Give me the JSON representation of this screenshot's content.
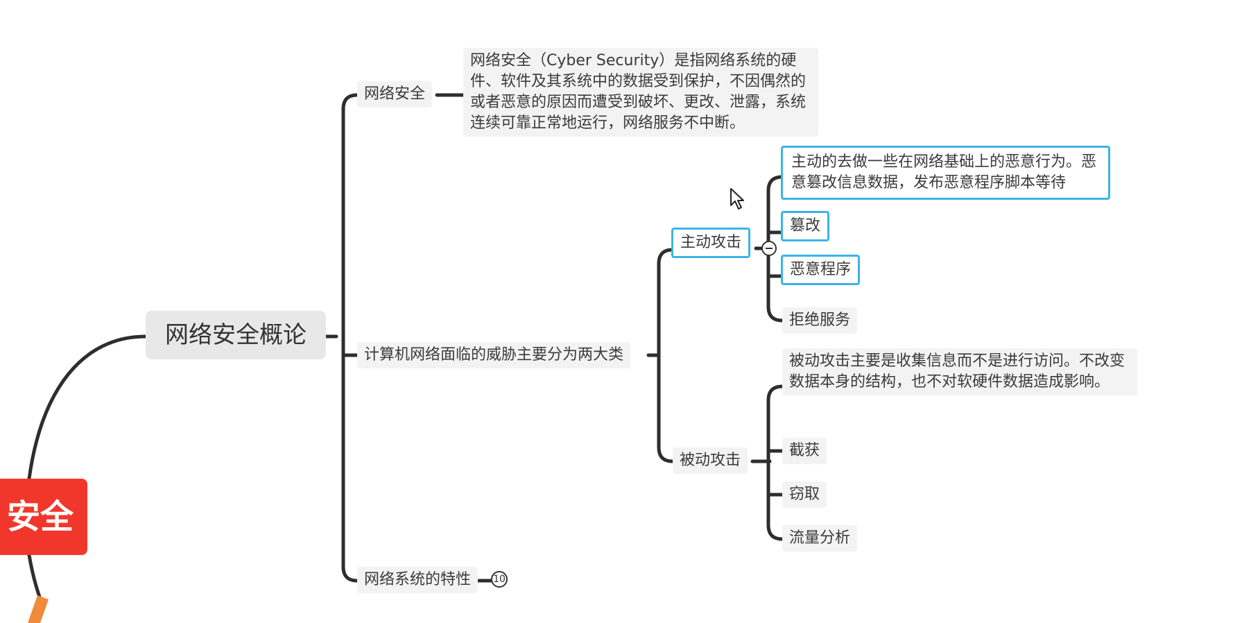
{
  "mindmap": {
    "root": "安全",
    "main": "网络安全概论",
    "branches": [
      {
        "label": "网络安全",
        "note": "网络安全（Cyber Security）是指网络系统的硬件、软件及其系统中的数据受到保护，不因偶然的或者恶意的原因而遭受到破坏、更改、泄露，系统连续可靠正常地运行，网络服务不中断。"
      },
      {
        "label": "计算机网络面临的威胁主要分为两大类",
        "children": [
          {
            "label": "主动攻击",
            "children": [
              "主动的去做一些在网络基础上的恶意行为。恶意篡改信息数据，发布恶意程序脚本等待",
              "篡改",
              "恶意程序",
              "拒绝服务"
            ]
          },
          {
            "label": "被动攻击",
            "children": [
              "被动攻击主要是收集信息而不是进行访问。不改变数据本身的结构，也不对软硬件数据造成影响。",
              "截获",
              "窃取",
              "流量分析"
            ]
          }
        ]
      },
      {
        "label": "网络系统的特性",
        "collapsed_count": "10"
      }
    ]
  },
  "colors": {
    "root_bg": "#f1372b",
    "selected_border": "#3bb4e5",
    "node_bg": "#f3f3f3",
    "line": "#333333"
  }
}
